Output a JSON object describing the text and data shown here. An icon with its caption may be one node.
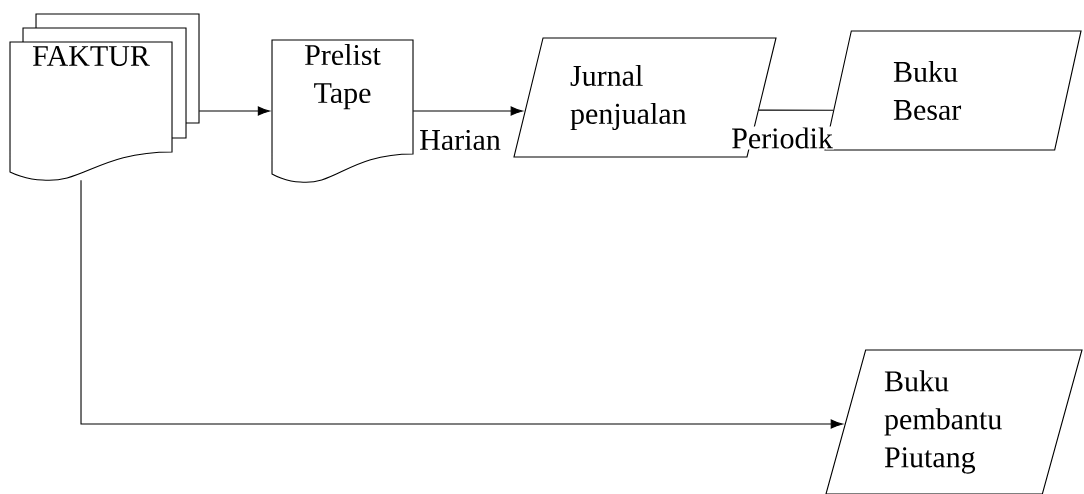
{
  "diagram": {
    "nodes": [
      {
        "text": [
          "FAKTUR"
        ]
      },
      {
        "text": [
          "Prelist Tape"
        ]
      },
      {
        "text": [
          "Jurnal penjualan"
        ]
      },
      {
        "text": [
          "Buku Besar"
        ]
      },
      {
        "text": [
          "Buku pembantu Piutang"
        ]
      }
    ],
    "edges": [
      {
        "from": 0,
        "to": 1,
        "arrow": "to"
      },
      {
        "from": 1,
        "to": 2,
        "arrow": "to",
        "label": "Harian"
      },
      {
        "from": 2,
        "to": 3,
        "arrow": "none",
        "label": "Periodik"
      },
      {
        "from": 0,
        "to": 4,
        "arrow": "to"
      }
    ]
  }
}
